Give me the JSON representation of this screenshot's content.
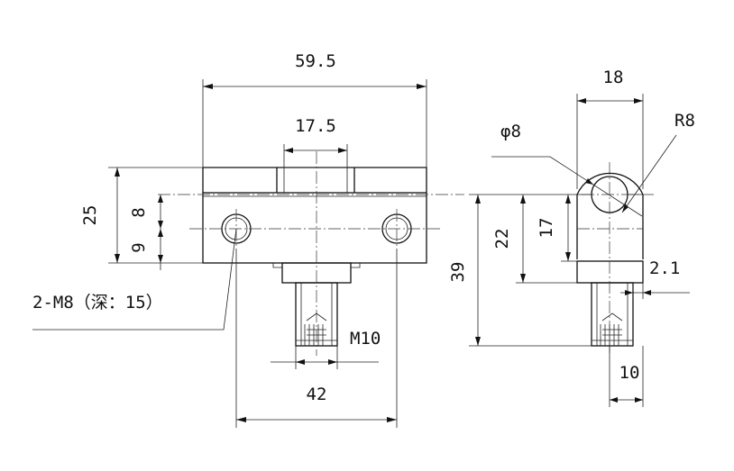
{
  "dimensions": {
    "width_total": "59.5",
    "slot_width": "17.5",
    "height_left": "25",
    "hole_offset_upper": "8",
    "hole_offset_lower": "9",
    "tapped_holes_note": "2-M8（深：15）",
    "thread_size": "M10",
    "hole_spacing": "42",
    "total_height": "39",
    "height_22": "22",
    "side_width": "18",
    "radius": "R8",
    "pin_diameter": "φ8",
    "height_17": "17",
    "offset_2_1": "2.1",
    "stud_width": "10"
  }
}
